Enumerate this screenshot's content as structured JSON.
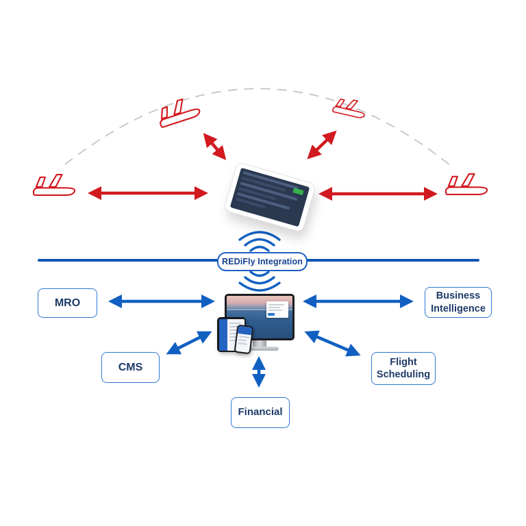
{
  "diagram": {
    "pill_label": "REDiFly Integration",
    "systems": {
      "mro": "MRO",
      "cms": "CMS",
      "financial": "Financial",
      "flight_scheduling": "Flight Scheduling",
      "business_intelligence": "Business Intelligence"
    },
    "airplane_count": 4,
    "colors": {
      "red_arrow": "#d11a20",
      "plane_outline": "#d11a20",
      "blue_arrow": "#1160c1",
      "divider_line": "#0e57b5",
      "box_border": "#2e77d0",
      "box_text": "#1e3a68",
      "pill_border": "#1f5fc4",
      "pill_text": "#15418f",
      "dashed_arc": "#c9c9c9",
      "wifi_signal": "#1160c1",
      "efb_green_badge": "#35b24a"
    }
  }
}
